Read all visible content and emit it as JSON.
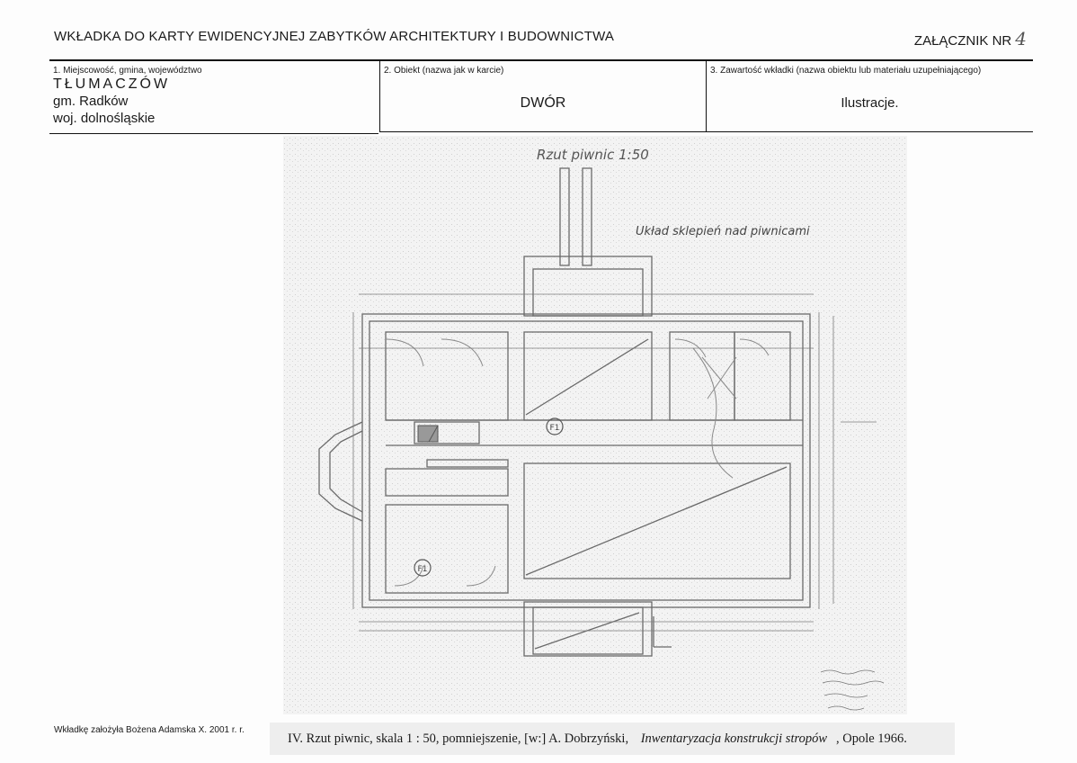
{
  "header": {
    "title": "WKŁADKA DO KARTY EWIDENCYJNEJ ZABYTKÓW ARCHITEKTURY I BUDOWNICTWA",
    "annex_label": "ZAŁĄCZNIK NR",
    "annex_number": "4"
  },
  "fields": {
    "location": {
      "label": "1. Miejscowość, gmina, województwo",
      "town": "TŁUMACZÓW",
      "commune": "gm. Radków",
      "voivodeship": "woj. dolnośląskie"
    },
    "object": {
      "label": "2. Obiekt (nazwa jak w karcie)",
      "value": "DWÓR"
    },
    "content": {
      "label": "3. Zawartość wkładki (nazwa obiektu lub materiału uzupełniającego)",
      "value": "Ilustracje."
    }
  },
  "drawing": {
    "title": "Rzut piwnic 1:50",
    "subtitle": "Układ sklepień nad piwnicami",
    "marker": "F1"
  },
  "footer": {
    "founder": "Wkładkę założyła Bożena Adamska X. 2001 r. r.",
    "caption_plain": "IV. Rzut piwnic, skala 1 : 50, pomniejszenie, [w:] A. Dobrzyński,",
    "caption_italic": "Inwentaryzacja konstrukcji stropów",
    "caption_end": ", Opole 1966."
  }
}
